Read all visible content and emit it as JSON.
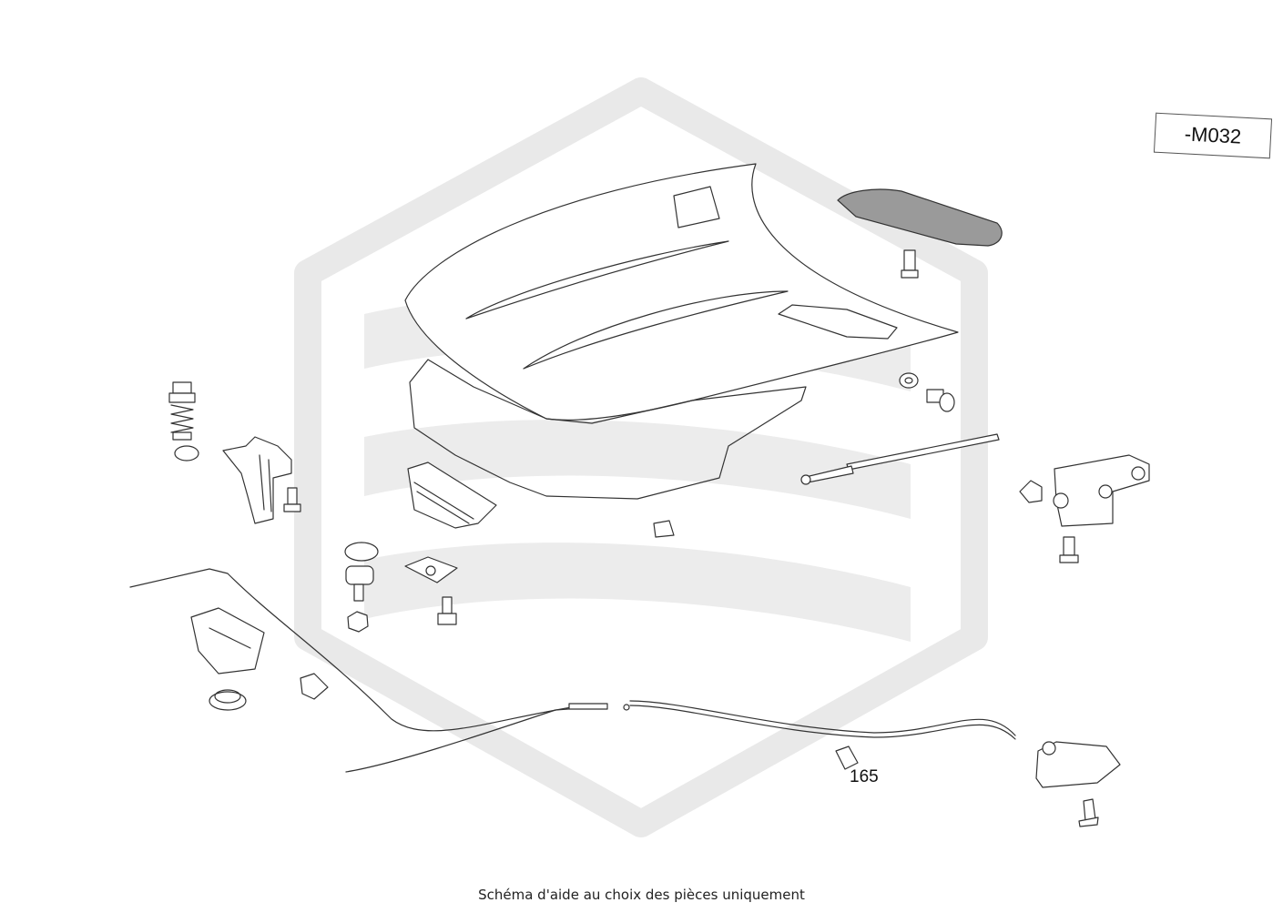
{
  "diagram": {
    "reference_code": "-M032",
    "part_number_label": "165",
    "caption": "Schéma d'aide au choix des pièces uniquement",
    "watermark_color": "#e8e8e8",
    "line_color": "#333333"
  }
}
